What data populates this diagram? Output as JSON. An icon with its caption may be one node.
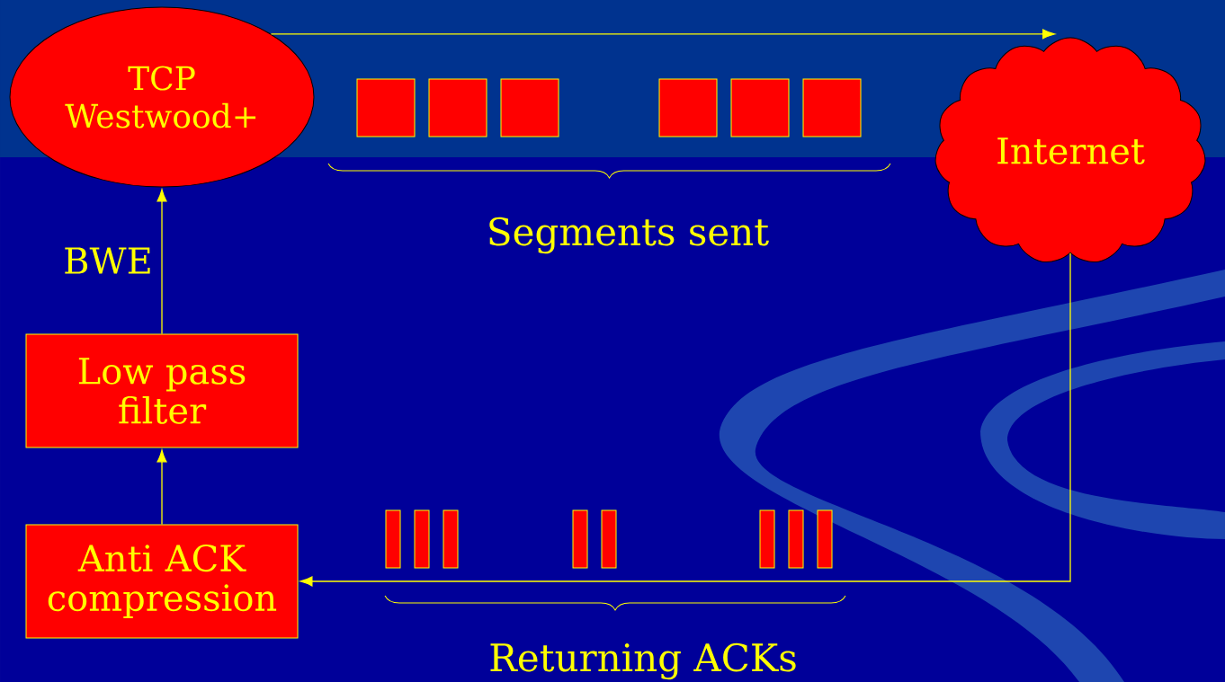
{
  "diagram": {
    "nodes": [
      {
        "text": [
          "TCP Westwood+"
        ]
      },
      {
        "text": [
          "Internet"
        ]
      },
      {
        "text": [
          "Low pass filter"
        ]
      },
      {
        "text": [
          "Anti ACK compression"
        ]
      },
      {
        "text": [],
        "shape": "box"
      },
      {
        "text": [],
        "shape": "box"
      },
      {
        "text": [],
        "shape": "box"
      },
      {
        "text": [],
        "shape": "box"
      },
      {
        "text": [],
        "shape": "box"
      },
      {
        "text": [],
        "shape": "box"
      },
      {
        "text": [],
        "shape": "bar"
      },
      {
        "text": [],
        "shape": "bar"
      },
      {
        "text": [],
        "shape": "bar"
      },
      {
        "text": [],
        "shape": "bar"
      },
      {
        "text": [],
        "shape": "bar"
      },
      {
        "text": [],
        "shape": "bar"
      },
      {
        "text": [],
        "shape": "bar"
      },
      {
        "text": [],
        "shape": "bar"
      }
    ],
    "edges": [
      {
        "from": 0,
        "to": 1,
        "arrow": "to"
      },
      {
        "from": 1,
        "to": 3,
        "arrow": "to"
      },
      {
        "from": 3,
        "to": 2,
        "arrow": "to"
      },
      {
        "from": 2,
        "to": 0,
        "label": "BWE",
        "arrow": "to"
      }
    ],
    "labels": [
      "Segments sent",
      "Returning ACKs"
    ]
  }
}
